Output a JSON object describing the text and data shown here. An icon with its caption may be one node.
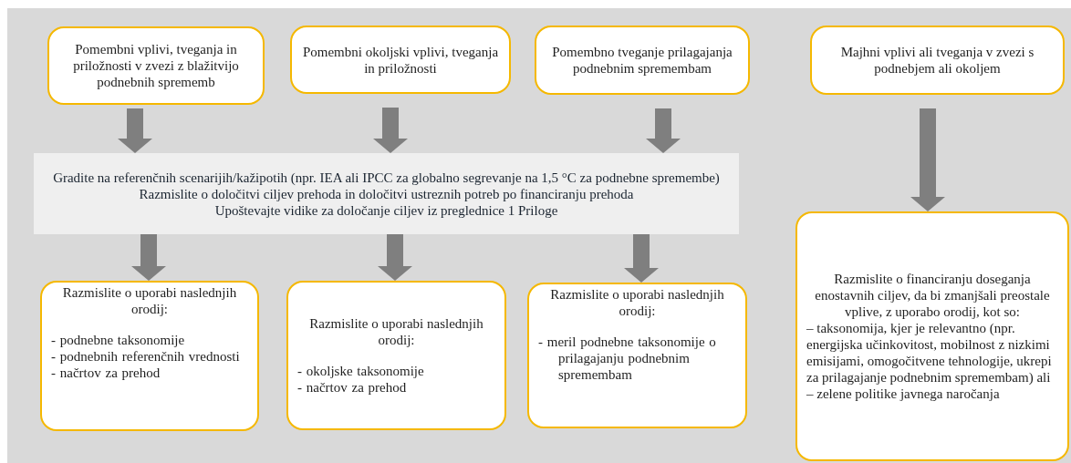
{
  "diagram": {
    "nodes": [
      {
        "text": [
          "Pomembni vplivi, tveganja in priložnosti v zvezi z blažitvijo podnebnih sprememb"
        ]
      },
      {
        "text": [
          "Pomembni okoljski vplivi, tveganja in priložnosti"
        ]
      },
      {
        "text": [
          "Pomembno tveganje prilagajanja podnebnim spremembam"
        ]
      },
      {
        "text": [
          "Majhni vplivi ali tveganja v zvezi s podnebjem ali okoljem"
        ]
      },
      {
        "text": [
          "Gradite na referenčnih scenarijih/kažipotih (npr. IEA ali IPCC za globalno segrevanje na 1,5 °C za podnebne spremembe)",
          "Razmislite o določitvi ciljev prehoda in določitvi ustreznih potreb po financiranju prehoda",
          "Upoštevajte vidike za določanje ciljev iz preglednice 1 Priloge"
        ]
      },
      {
        "text": [
          "Razmislite o uporabi naslednjih orodij:",
          "- podnebne taksonomije",
          "- podnebnih referenčnih vrednosti",
          "- načrtov za prehod"
        ]
      },
      {
        "text": [
          "Razmislite o uporabi naslednjih orodij:",
          "- okoljske taksonomije",
          "- načrtov za prehod"
        ]
      },
      {
        "text": [
          "Razmislite o uporabi naslednjih orodij:",
          "- meril podnebne taksonomije o prilagajanju podnebnim spremembam"
        ]
      },
      {
        "text": [
          "Razmislite o financiranju doseganja enostavnih ciljev, da bi zmanjšali preostale vplive, z uporabo orodij, kot so:",
          "– taksonomija, kjer je relevantno (npr. energijska učinkovitost, mobilnost z nizkimi emisijami, omogočitvene tehnologije, ukrepi za prilagajanje podnebnim spremembam) ali",
          "– zelene politike javnega naročanja"
        ]
      }
    ],
    "edges": [
      {
        "from": 0,
        "to": 4,
        "arrow": "to"
      },
      {
        "from": 1,
        "to": 4,
        "arrow": "to"
      },
      {
        "from": 2,
        "to": 4,
        "arrow": "to"
      },
      {
        "from": 4,
        "to": 5,
        "arrow": "to"
      },
      {
        "from": 4,
        "to": 6,
        "arrow": "to"
      },
      {
        "from": 4,
        "to": 7,
        "arrow": "to"
      },
      {
        "from": 3,
        "to": 8,
        "arrow": "to"
      }
    ]
  }
}
